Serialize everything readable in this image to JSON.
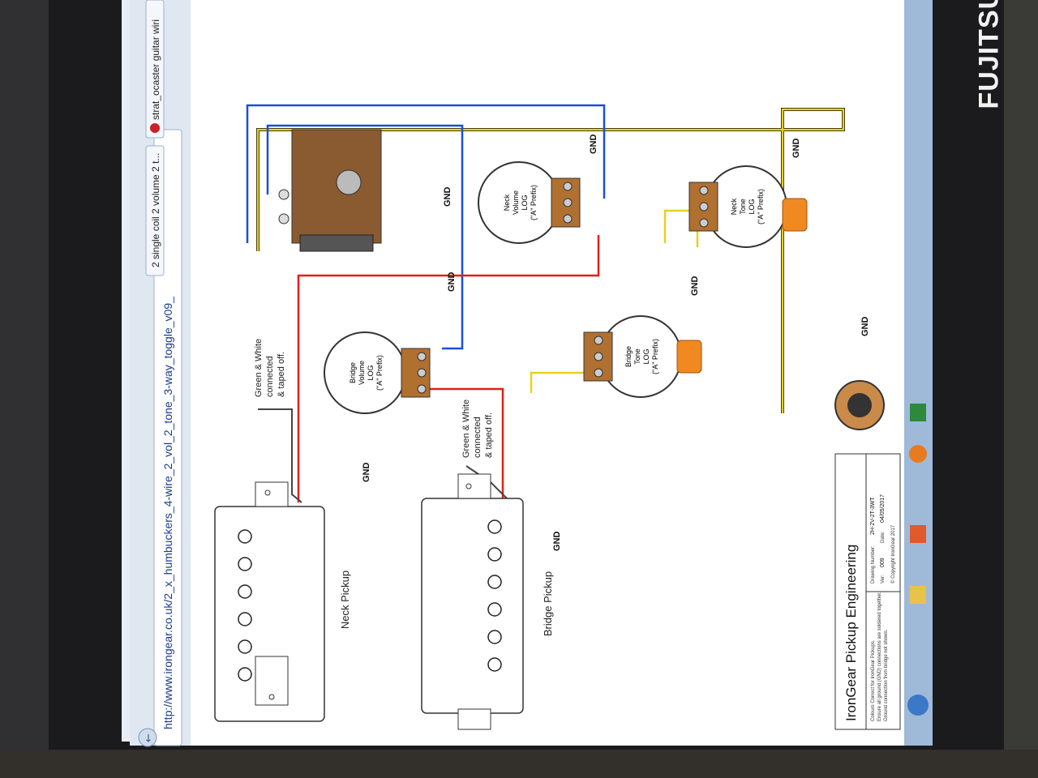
{
  "monitor": {
    "brand": "FUJITSU"
  },
  "browser": {
    "address": "http://www.irongear.co.uk/2_x_humbuckers_4-wire_2_vol_2_tone_3-way_toggle_v09_",
    "tabs": [
      {
        "label": "2 single coil 2 volume 2 t..."
      },
      {
        "label": "strat_ocaster guitar wiri"
      }
    ]
  },
  "diagram": {
    "gnd_label": "GND",
    "neck_pickup": "Neck Pickup",
    "bridge_pickup": "Bridge Pickup",
    "pickup_note_lines": [
      "Green & White",
      "connected",
      "& taped off."
    ],
    "pots": {
      "bridge_volume": [
        "Bridge",
        "Volume",
        "LOG",
        "(\"A\" Prefix)"
      ],
      "bridge_tone": [
        "Bridge",
        "Tone",
        "LOG",
        "(\"A\" Prefix)"
      ],
      "neck_volume": [
        "Neck",
        "Volume",
        "LOG",
        "(\"A\" Prefix)"
      ],
      "neck_tone": [
        "Neck",
        "Tone",
        "LOG",
        "(\"A\" Prefix)"
      ]
    },
    "colors": {
      "red": "#e0201a",
      "blue": "#1a4fd8",
      "yellow": "#e8d020",
      "black": "#111111"
    }
  },
  "title_block": {
    "company": "IronGear Pickup Engineering",
    "notes": [
      "Colours Correct for IronGear Pickups.",
      "Ensure all ground (GND) connections are soldered together.",
      "Ground connection from bridge not shown."
    ],
    "drawing_number_label": "Drawing Number:",
    "drawing_number": "2H-2V-2T-3WT",
    "ver_label": "Ver:",
    "ver": "009",
    "date_label": "Date:",
    "date": "04/05/2017",
    "copyright": "© Copyright IronGear 2017"
  }
}
